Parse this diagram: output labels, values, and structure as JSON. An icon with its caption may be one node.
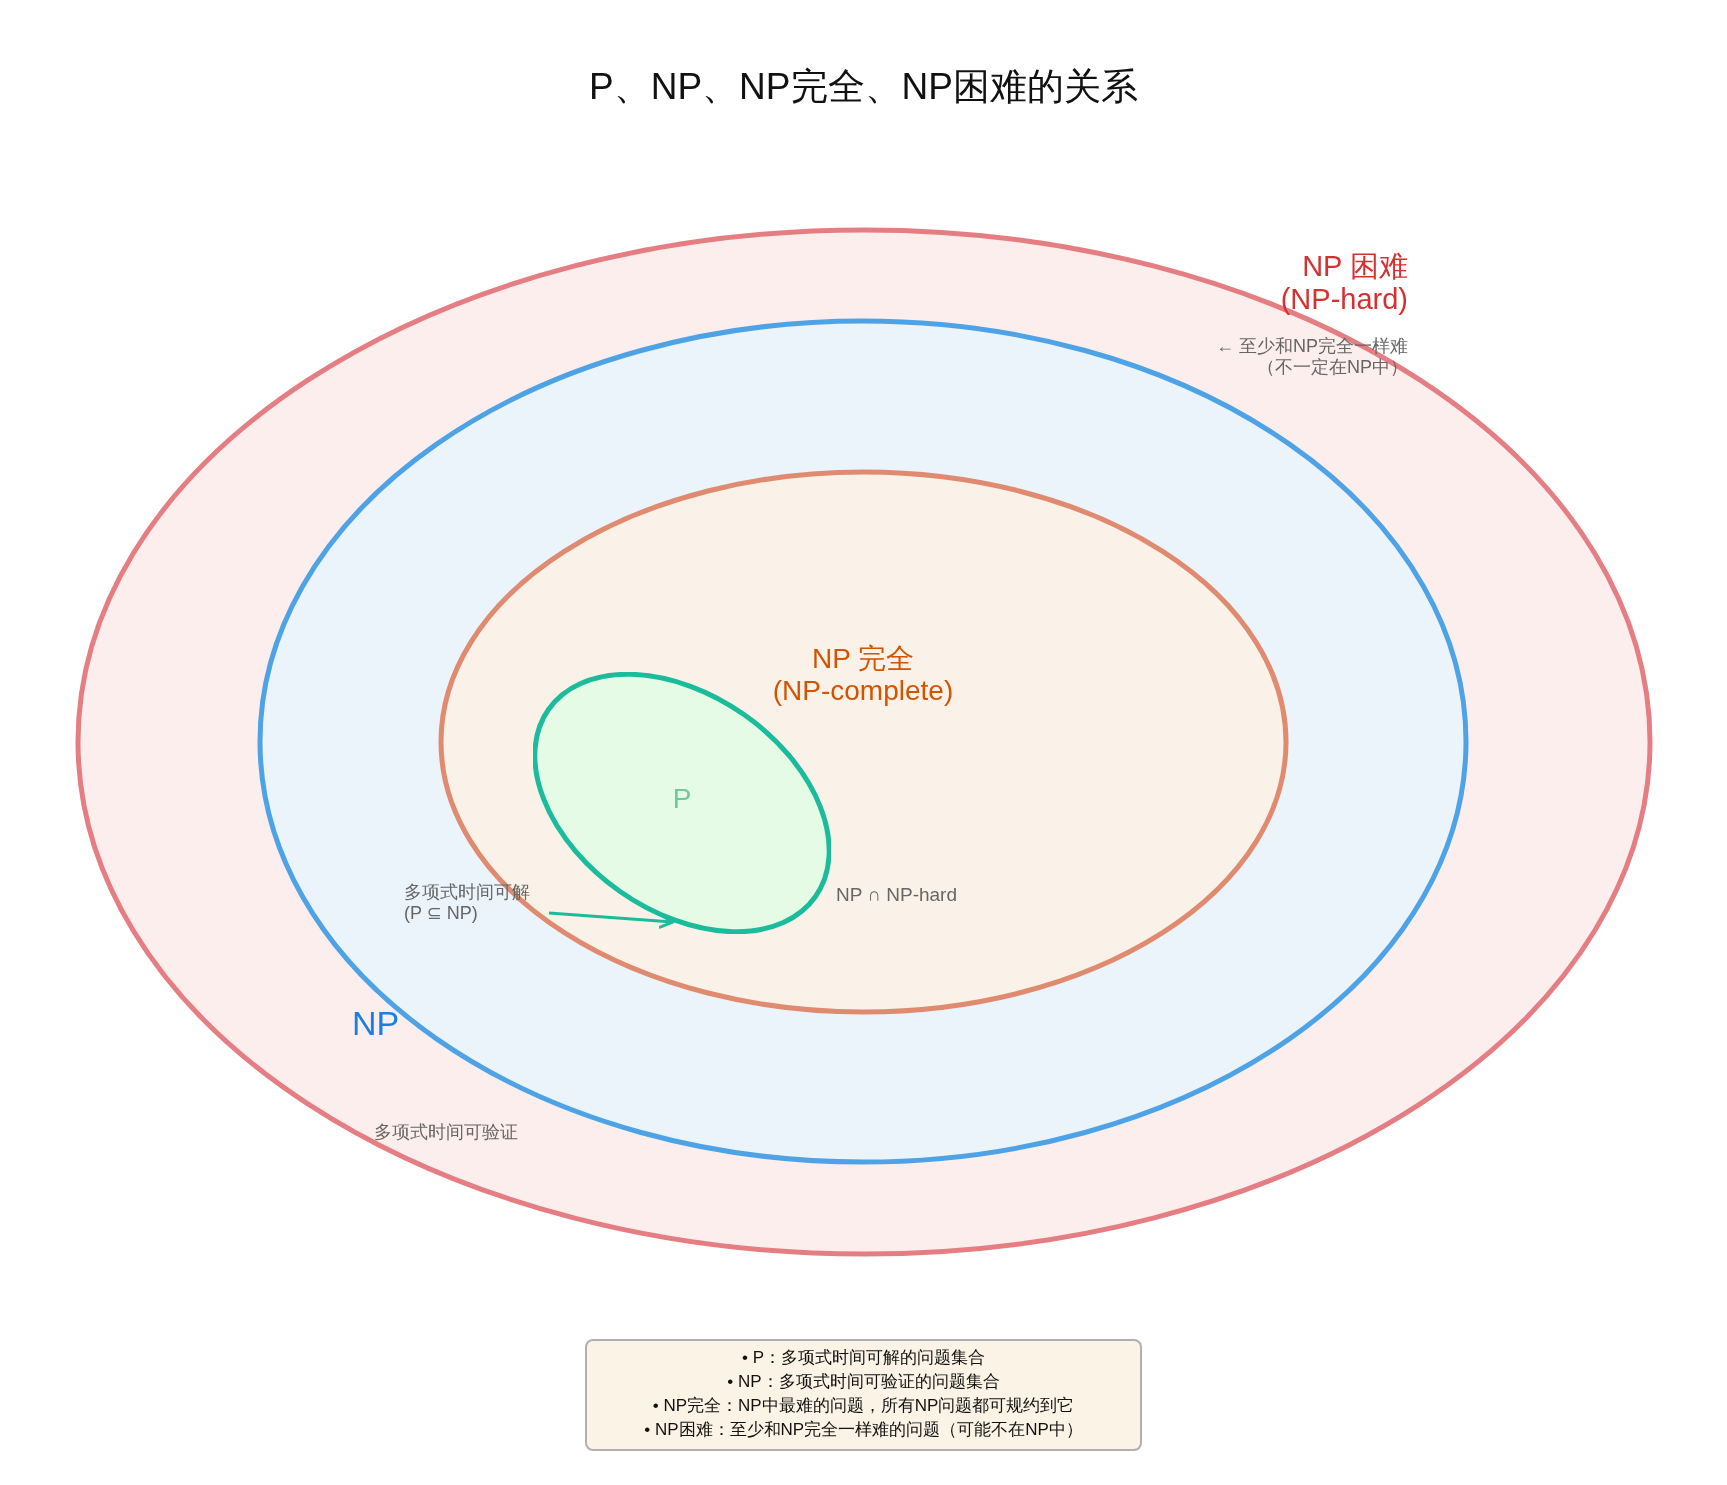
{
  "diagram": {
    "title": "P、NP、NP完全、NP困难的关系",
    "nodes": [
      {
        "text": [
          "NP 困难 (NP-hard)"
        ],
        "beside": [
          "← 至少和NP完全一样难（不一定在NP中）"
        ]
      },
      {
        "text": [
          "NP"
        ],
        "beside": [
          "多项式时间可验证"
        ],
        "in": 0
      },
      {
        "text": [
          "NP 完全 (NP-complete)"
        ],
        "beside": [
          "NP ∩ NP-hard"
        ],
        "in": 1
      },
      {
        "text": [
          "P"
        ],
        "in": 2
      },
      {
        "text": [
          "多项式时间可解 (P ⊆ NP)"
        ],
        "in": 1
      },
      {
        "text": [
          "• P：多项式时间可解的问题集合",
          "• NP：多项式时间可验证的问题集合",
          "• NP完全：NP中最难的问题，所有NP问题都可规约到它",
          "• NP困难：至少和NP完全一样难的问题（可能不在NP中）"
        ]
      }
    ],
    "edges": [
      {
        "from": 4,
        "to": 3,
        "arrow": "to",
        "color": "#1abc9c"
      }
    ]
  }
}
